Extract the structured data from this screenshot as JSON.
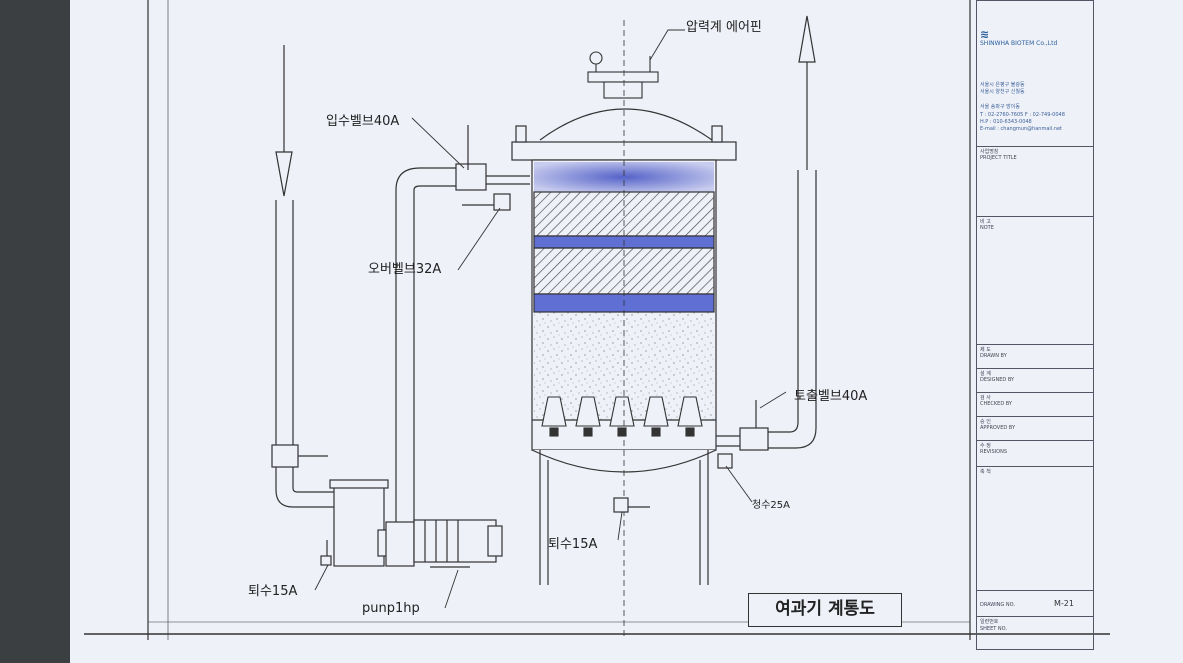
{
  "title": "여과기 계통도",
  "labels": {
    "pressure_gauge_air_pin": "압력계  에어핀",
    "inlet_valve": "입수벨브40A",
    "overflow_valve": "오버벨브32A",
    "outlet_valve": "토출벨브40A",
    "clean_water": "청수25A",
    "drain_center": "퇴수15A",
    "drain_left": "퇴수15A",
    "pump": "punp1hp"
  },
  "title_block": {
    "company": "SHINWHA BIOTEM Co.,Ltd",
    "address": [
      "서울시 은평구 불광동",
      "서울시 양천구 신월동",
      "서울 송파구 방이동",
      "T : 02-2760-7605 F : 02-749-0048",
      "H.P : 010-6343-0048",
      "E-mail : changmun@hanmail.net"
    ],
    "fields": [
      {
        "kr": "사업명칭",
        "en": "PROJECT TITLE"
      },
      {
        "kr": "비 고",
        "en": "NOTE"
      },
      {
        "kr": "제 도",
        "en": "DRAWN BY"
      },
      {
        "kr": "설 계",
        "en": "DESIGNED BY"
      },
      {
        "kr": "검 사",
        "en": "CHECKED BY"
      },
      {
        "kr": "승 인",
        "en": "APPROVED BY"
      },
      {
        "kr": "수 정",
        "en": "REVISIONS"
      },
      {
        "kr": "축 척",
        "en": ""
      }
    ],
    "drawing_no_label": "DRAWING NO.",
    "drawing_no": "M-21",
    "sheet_kr": "일련번호",
    "sheet_en": "SHEET NO."
  }
}
